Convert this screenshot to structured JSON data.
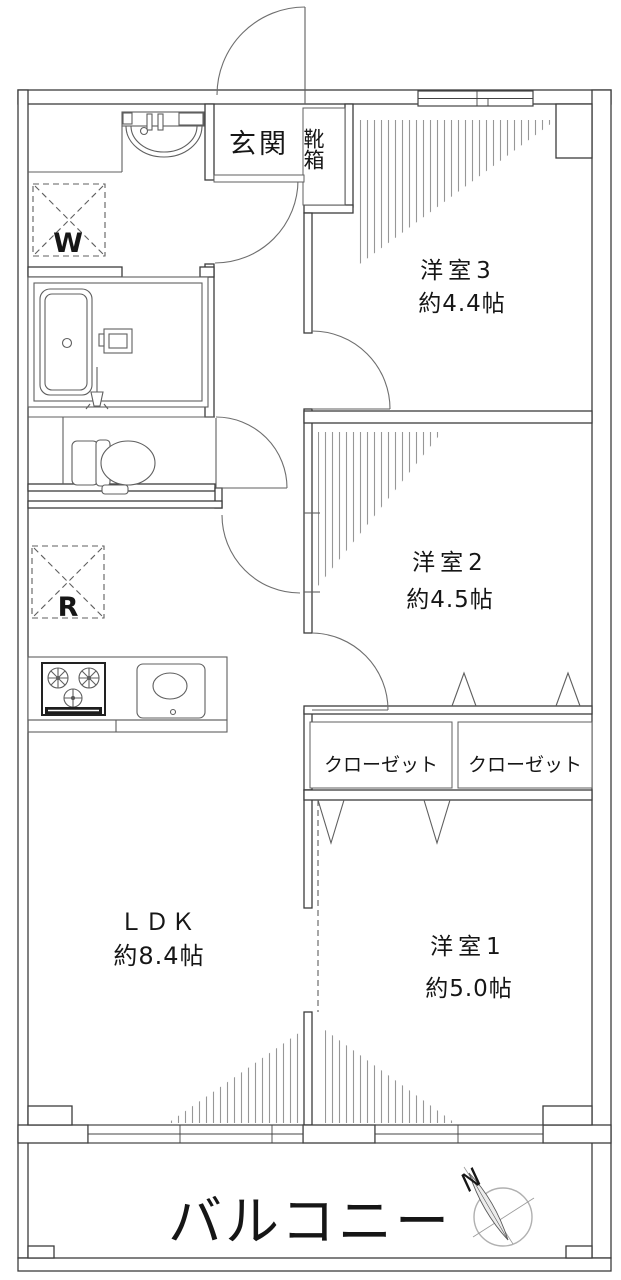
{
  "plan_type": "apartment-floor-plan",
  "rooms": [
    {
      "name": "洋室3",
      "size": "約4.4帖"
    },
    {
      "name": "洋室2",
      "size": "約4.5帖"
    },
    {
      "name": "洋室1",
      "size": "約5.0帖"
    },
    {
      "name": "ＬＤＫ",
      "size": "約8.4帖"
    }
  ],
  "entrance": {
    "label": "玄関",
    "shoebox_label": "靴箱"
  },
  "closets": [
    {
      "label": "クローゼット"
    },
    {
      "label": "クローゼット"
    }
  ],
  "balcony": {
    "label": "バルコニー"
  },
  "appliances": {
    "washer_label": "W",
    "fridge_label": "R"
  },
  "compass": {
    "north_label": "N"
  },
  "colors": {
    "wall_line": "#3c3c3c",
    "fixture_line": "#5f5f5f",
    "hatch_line": "#979797",
    "text": "#161616",
    "background": "#ffffff"
  }
}
